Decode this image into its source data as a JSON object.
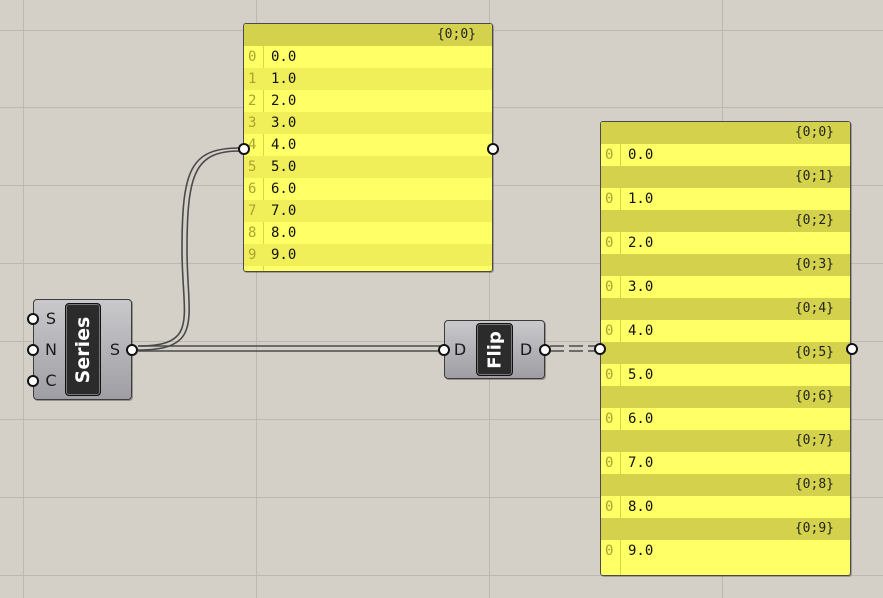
{
  "panel_list": {
    "header": "{0;0}",
    "rows": [
      {
        "index": "0",
        "value": "0.0"
      },
      {
        "index": "1",
        "value": "1.0"
      },
      {
        "index": "2",
        "value": "2.0"
      },
      {
        "index": "3",
        "value": "3.0"
      },
      {
        "index": "4",
        "value": "4.0"
      },
      {
        "index": "5",
        "value": "5.0"
      },
      {
        "index": "6",
        "value": "6.0"
      },
      {
        "index": "7",
        "value": "7.0"
      },
      {
        "index": "8",
        "value": "8.0"
      },
      {
        "index": "9",
        "value": "9.0"
      }
    ]
  },
  "panel_tree": {
    "branches": [
      {
        "path": "{0;0}",
        "index": "0",
        "value": "0.0"
      },
      {
        "path": "{0;1}",
        "index": "0",
        "value": "1.0"
      },
      {
        "path": "{0;2}",
        "index": "0",
        "value": "2.0"
      },
      {
        "path": "{0;3}",
        "index": "0",
        "value": "3.0"
      },
      {
        "path": "{0;4}",
        "index": "0",
        "value": "4.0"
      },
      {
        "path": "{0;5}",
        "index": "0",
        "value": "5.0"
      },
      {
        "path": "{0;6}",
        "index": "0",
        "value": "6.0"
      },
      {
        "path": "{0;7}",
        "index": "0",
        "value": "7.0"
      },
      {
        "path": "{0;8}",
        "index": "0",
        "value": "8.0"
      },
      {
        "path": "{0;9}",
        "index": "0",
        "value": "9.0"
      }
    ]
  },
  "series_component": {
    "name": "Series",
    "inputs": [
      "S",
      "N",
      "C"
    ],
    "output": "S"
  },
  "flip_component": {
    "name": "Flip",
    "input": "D",
    "output": "D"
  },
  "colors": {
    "canvas": "#d4d0c8",
    "panel": "#ffff66",
    "panel_header": "#d4d24c",
    "wire": "#4a4a4a"
  }
}
